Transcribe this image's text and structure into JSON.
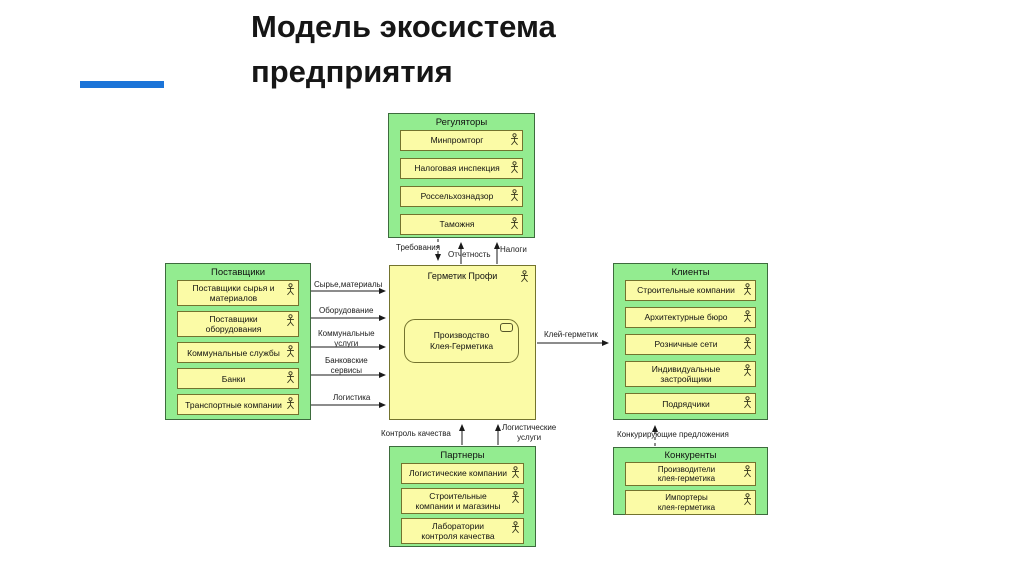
{
  "slide": {
    "title": "Модель экосистема предприятия",
    "accent_color": "#1b74d8"
  },
  "colors": {
    "group_fill": "#93ec90",
    "group_border": "#3d6b3d",
    "node_fill": "#fbfba6",
    "node_border": "#73732e",
    "connector": "#1a1a1a",
    "text": "#111111"
  },
  "diagram": {
    "center": {
      "title": "Герметик Профи",
      "process": "Производство\nКлея-Герметика"
    },
    "groups": {
      "regulators": {
        "title": "Регуляторы",
        "items": [
          "Минпромторг",
          "Налоговая инспекция",
          "Россельхознадзор",
          "Таможня"
        ]
      },
      "suppliers": {
        "title": "Поставщики",
        "items": [
          "Поставщики сырья и\nматериалов",
          "Поставщики\nоборудования",
          "Коммунальные службы",
          "Банки",
          "Транспортные компании"
        ]
      },
      "clients": {
        "title": "Клиенты",
        "items": [
          "Строительные компании",
          "Архитектурные бюро",
          "Розничные сети",
          "Индивидуальные\nзастройщики",
          "Подрядчики"
        ]
      },
      "partners": {
        "title": "Партнеры",
        "items": [
          "Логистические компании",
          "Строительные\nкомпании и магазины",
          "Лаборатории\nконтроля качества"
        ]
      },
      "competitors": {
        "title": "Конкуренты",
        "items": [
          "Производители\nклея-герметика",
          "Импортеры\nклея-герметика"
        ]
      }
    },
    "flows": {
      "requirements": "Требования",
      "reporting": "Отчетность",
      "taxes": "Налоги",
      "raw_materials": "Сырье,материалы",
      "equipment": "Оборудование",
      "utilities": "Коммунальные\nуслуги",
      "banking": "Банковские\nсервисы",
      "logistics": "Логистика",
      "product": "Клей-герметик",
      "quality_control": "Контроль качества",
      "logistic_services": "Логистические\nуслуги",
      "competing_offers": "Конкурирующие предложения"
    }
  }
}
